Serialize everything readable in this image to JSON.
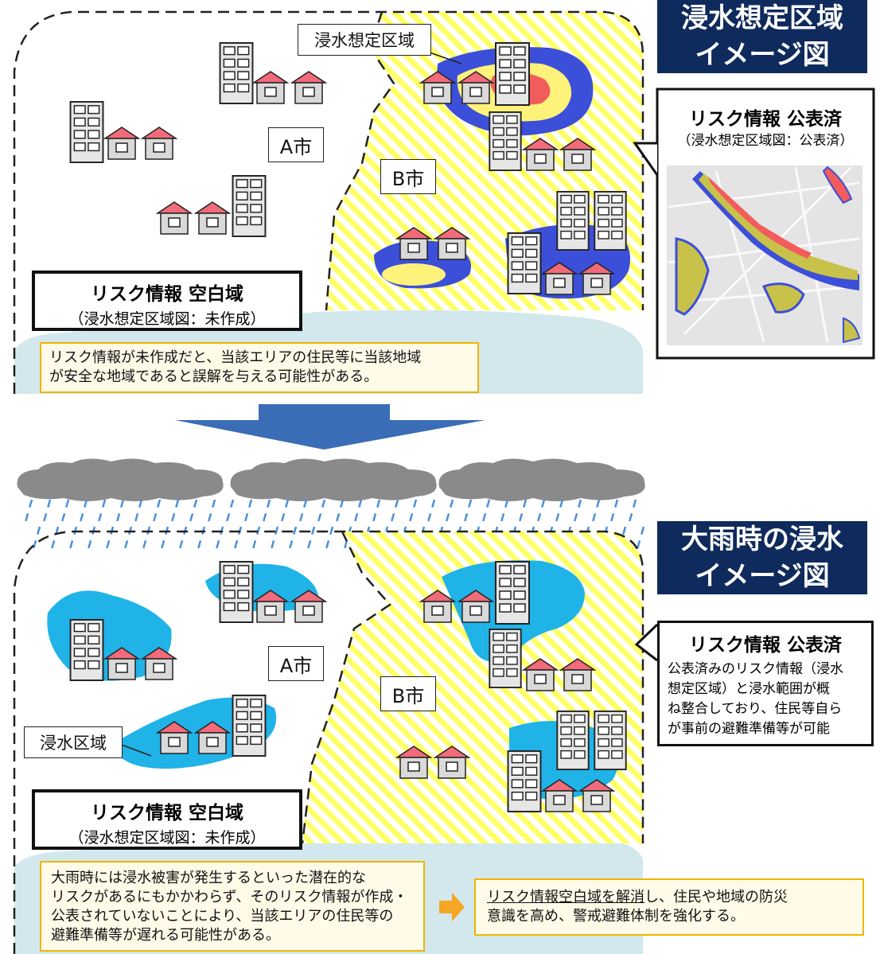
{
  "top": {
    "title_line1": "浸水想定区域",
    "title_line2": "イメージ図",
    "area_label": "浸水想定区域",
    "city_a": "A市",
    "city_b": "B市",
    "risk_blank_title": "リスク情報 空白域",
    "risk_blank_sub": "（浸水想定区域図：未作成）",
    "note_line1": "リスク情報が未作成だと、当該エリアの住民等に当該地域",
    "note_line2": "が安全な地域であると誤解を与える可能性がある。",
    "published_title": "リスク情報 公表済",
    "published_sub": "（浸水想定区域図：公表済）"
  },
  "bottom": {
    "title_line1": "大雨時の浸水",
    "title_line2": "イメージ図",
    "flood_label": "浸水区域",
    "city_a": "A市",
    "city_b": "B市",
    "risk_blank_title": "リスク情報 空白域",
    "risk_blank_sub": "（浸水想定区域図：未作成）",
    "published_title": "リスク情報 公表済",
    "published_lines": [
      "公表済みのリスク情報（浸水",
      "想定区域）と浸水範囲が概",
      "ね整合しており、住民等自ら",
      "が事前の避難準備等が可能"
    ],
    "note_lines": [
      "大雨時には浸水被害が発生するといった潜在的な",
      "リスクがあるにもかかわらず、そのリスク情報が作成・",
      "公表されていないことにより、当該エリアの住民等の",
      "避難準備等が遅れる可能性がある。"
    ],
    "solution_underlined": "リスク情報空白域を解消",
    "solution_rest1": "し、住民や地域の防災",
    "solution_line2": "意識を高め、警戒避難体制を強化する。"
  },
  "colors": {
    "navy": "#0f2a5c",
    "hatch_yellow": "#ffff66",
    "flood_blue": "#3c4fd8",
    "water_cyan": "#1fb3e8",
    "high_red": "#f25c5c",
    "mid_yellow": "#fff27a",
    "ground": "#d2e8ec",
    "note_border": "#f0b400",
    "arrow_blue": "#3a6db5",
    "roof_red": "#f26b7a",
    "cloud_gray": "#8a8a8a",
    "rain_blue": "#4a90d9"
  }
}
